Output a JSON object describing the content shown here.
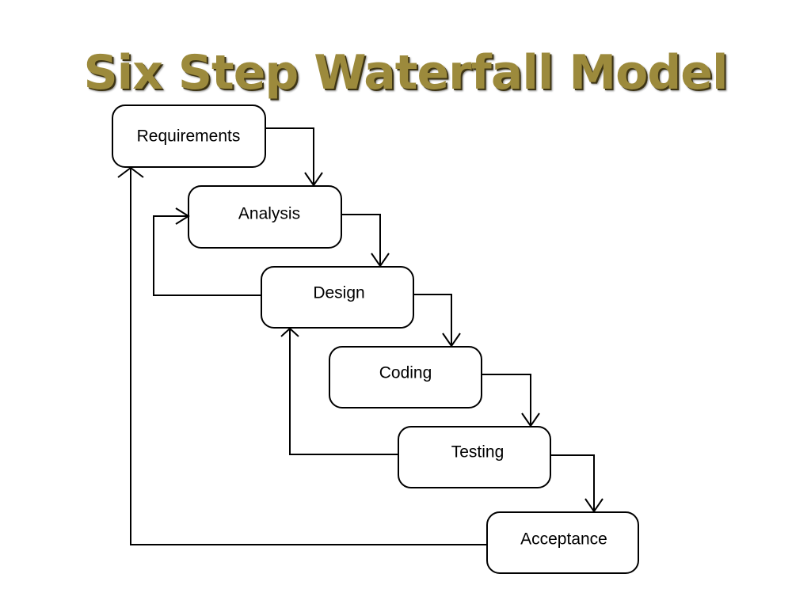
{
  "slide": {
    "title": "Six Step Waterfall Model"
  },
  "diagram": {
    "steps": [
      {
        "id": "requirements",
        "label": "Requirements"
      },
      {
        "id": "analysis",
        "label": "Analysis"
      },
      {
        "id": "design",
        "label": "Design"
      },
      {
        "id": "coding",
        "label": "Coding"
      },
      {
        "id": "testing",
        "label": "Testing"
      },
      {
        "id": "acceptance",
        "label": "Acceptance"
      }
    ],
    "forward_flow": [
      [
        "requirements",
        "analysis"
      ],
      [
        "analysis",
        "design"
      ],
      [
        "design",
        "coding"
      ],
      [
        "coding",
        "testing"
      ],
      [
        "testing",
        "acceptance"
      ]
    ],
    "feedback_flow": [
      [
        "design",
        "analysis"
      ],
      [
        "testing",
        "design"
      ],
      [
        "acceptance",
        "requirements"
      ]
    ],
    "colors": {
      "title": "#9c8a3c",
      "title_shadow": "#3d3414",
      "lines": "#000000"
    }
  }
}
